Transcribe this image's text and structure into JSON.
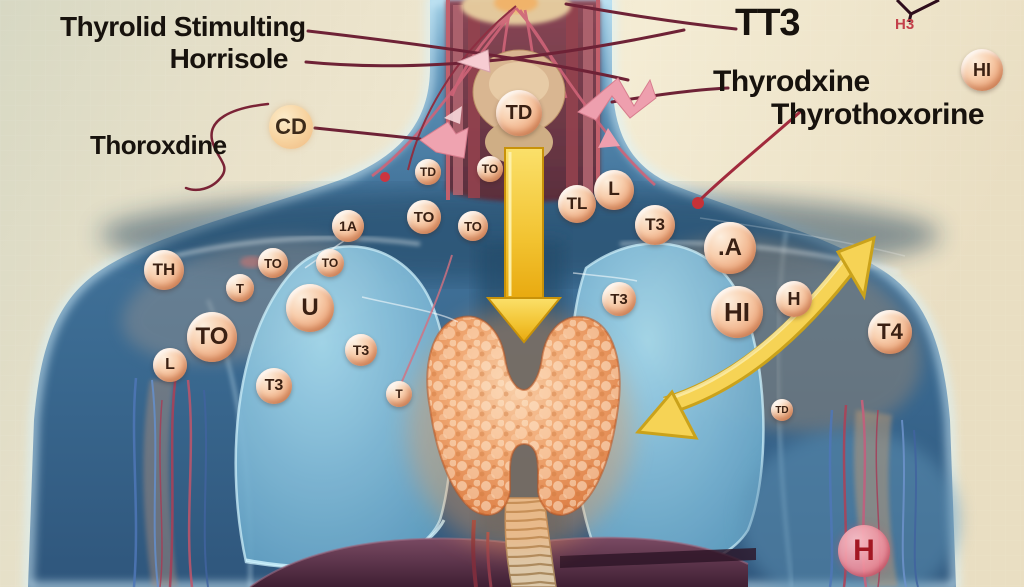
{
  "figure": {
    "type": "medical-illustration",
    "subject": "Thyroid gland and thyroid hormone pathway shown inside a translucent human upper torso with lungs, trachea and labeled hormone bubbles"
  },
  "labels": {
    "tsh_line1": "Thyrolid Stimulting",
    "tsh_line2": "Horrisole",
    "tt3": "TT3",
    "thyroxine": "Thyrodxine",
    "thyrothoxorine": "Thyrothoxorine",
    "thoroxdine": "Thoroxdine",
    "h3": "H3"
  },
  "bubbles": [
    {
      "label": "TD"
    },
    {
      "label": "TD"
    },
    {
      "label": "TO"
    },
    {
      "label": "TO"
    },
    {
      "label": "TO"
    },
    {
      "label": "TL"
    },
    {
      "label": "L"
    },
    {
      "label": "T3"
    },
    {
      "label": "1A"
    },
    {
      "label": "TO"
    },
    {
      "label": "TO"
    },
    {
      "label": "TH"
    },
    {
      "label": "T"
    },
    {
      "label": "U"
    },
    {
      "label": "TO"
    },
    {
      "label": "L"
    },
    {
      "label": "T3"
    },
    {
      "label": "T3"
    },
    {
      "label": "T"
    },
    {
      "label": "T3"
    },
    {
      "label": ".A"
    },
    {
      "label": "HI"
    },
    {
      "label": "H"
    },
    {
      "label": "T4"
    },
    {
      "label": "TD"
    },
    {
      "label": "HI"
    },
    {
      "label": "CD"
    },
    {
      "label": "H"
    }
  ],
  "colors": {
    "background": "#ece4cd",
    "body_blue": "#3f6f96",
    "lung_blue": "#7fb8d4",
    "thyroid_orange": "#eda36f",
    "arrow_gold": "#f2c331",
    "arrow_pink": "#ef9fae",
    "leader_line": "#6e2236",
    "label_text": "#17120d",
    "bubble_peach": "#f2b088",
    "accent_red": "#c53238"
  }
}
